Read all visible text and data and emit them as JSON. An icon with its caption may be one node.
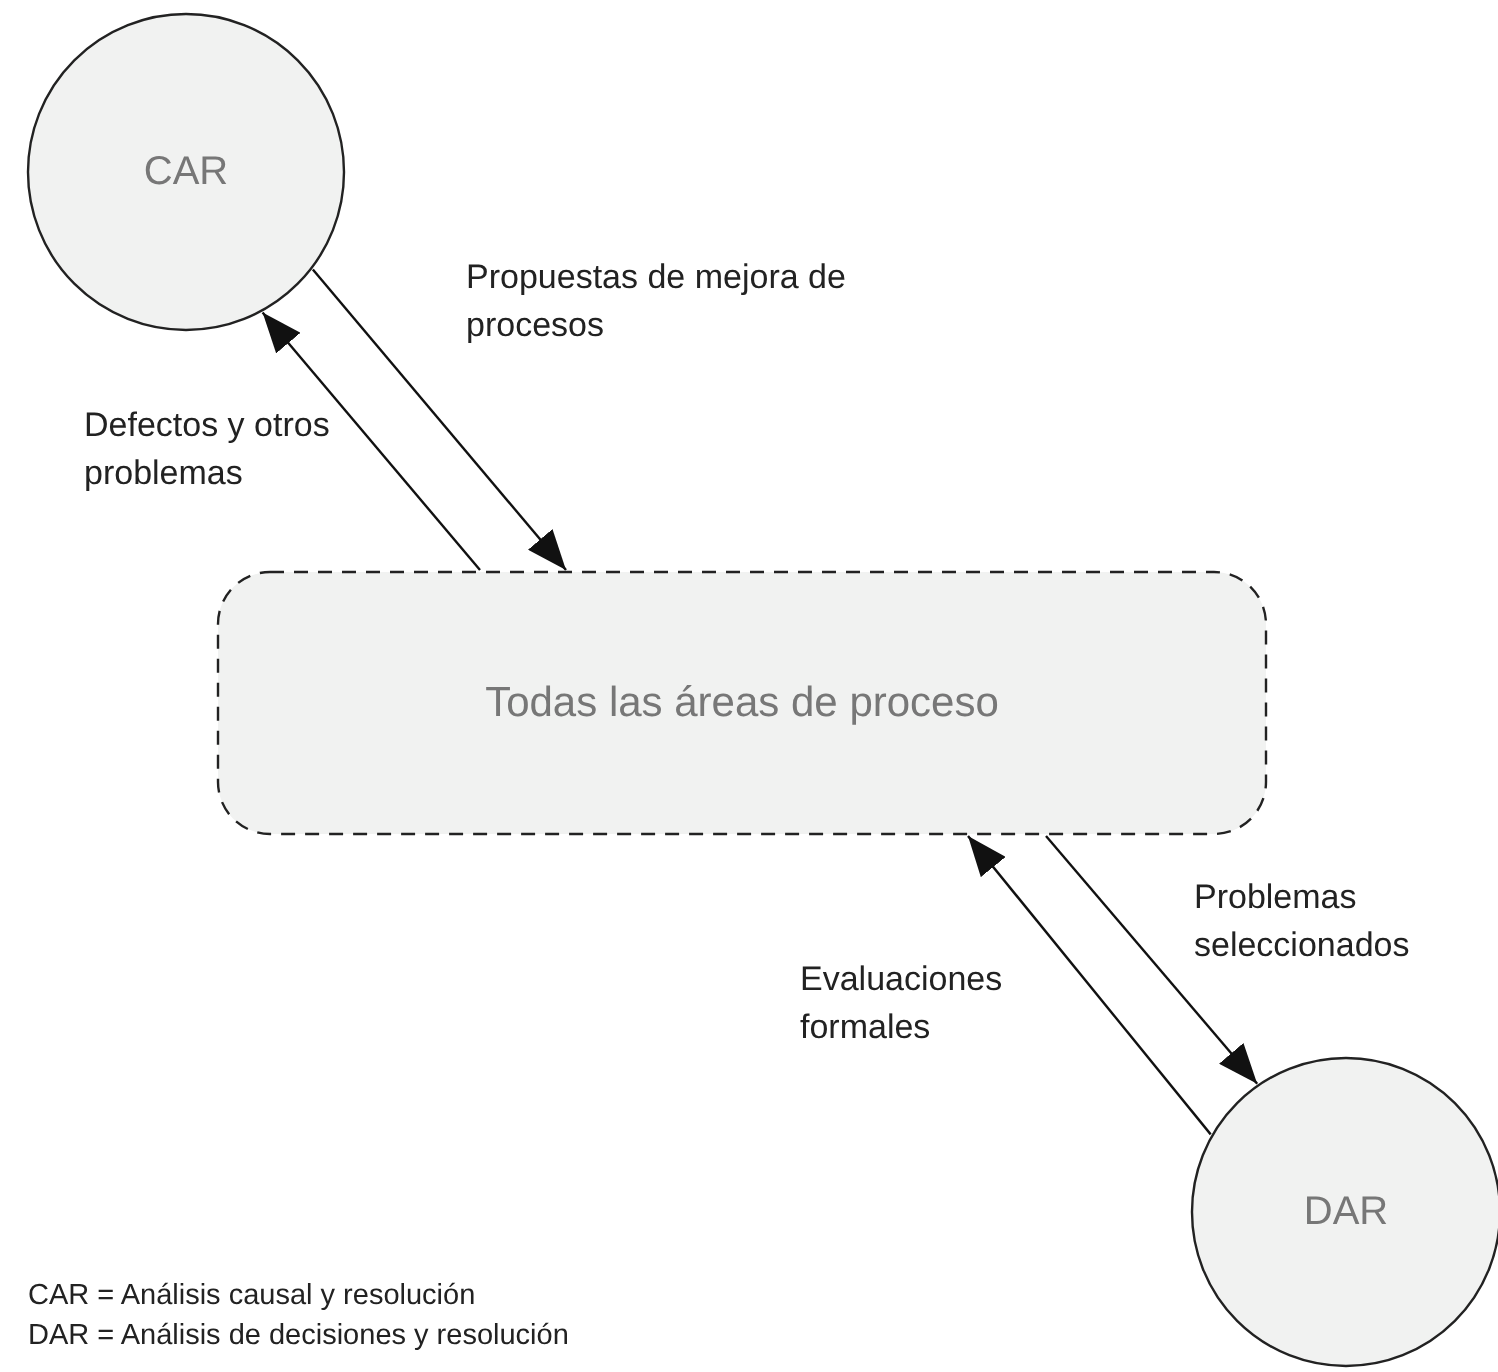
{
  "diagram": {
    "nodes": [
      {
        "text": [
          "CAR"
        ]
      },
      {
        "text": [
          "Todas las áreas de proceso"
        ]
      },
      {
        "text": [
          "DAR"
        ]
      }
    ],
    "edges": [
      {
        "from": 1,
        "to": 0,
        "arrow": "to",
        "label": "Defectos y otros problemas"
      },
      {
        "from": 0,
        "to": 1,
        "arrow": "to",
        "label": "Propuestas de mejora de procesos"
      },
      {
        "from": 1,
        "to": 2,
        "arrow": "to",
        "label": "Problemas seleccionados"
      },
      {
        "from": 2,
        "to": 1,
        "arrow": "to",
        "label": "Evaluaciones formales"
      }
    ],
    "labels": [
      "CAR = Análisis causal y resolución",
      "DAR = Análisis de decisiones y resolución"
    ]
  }
}
